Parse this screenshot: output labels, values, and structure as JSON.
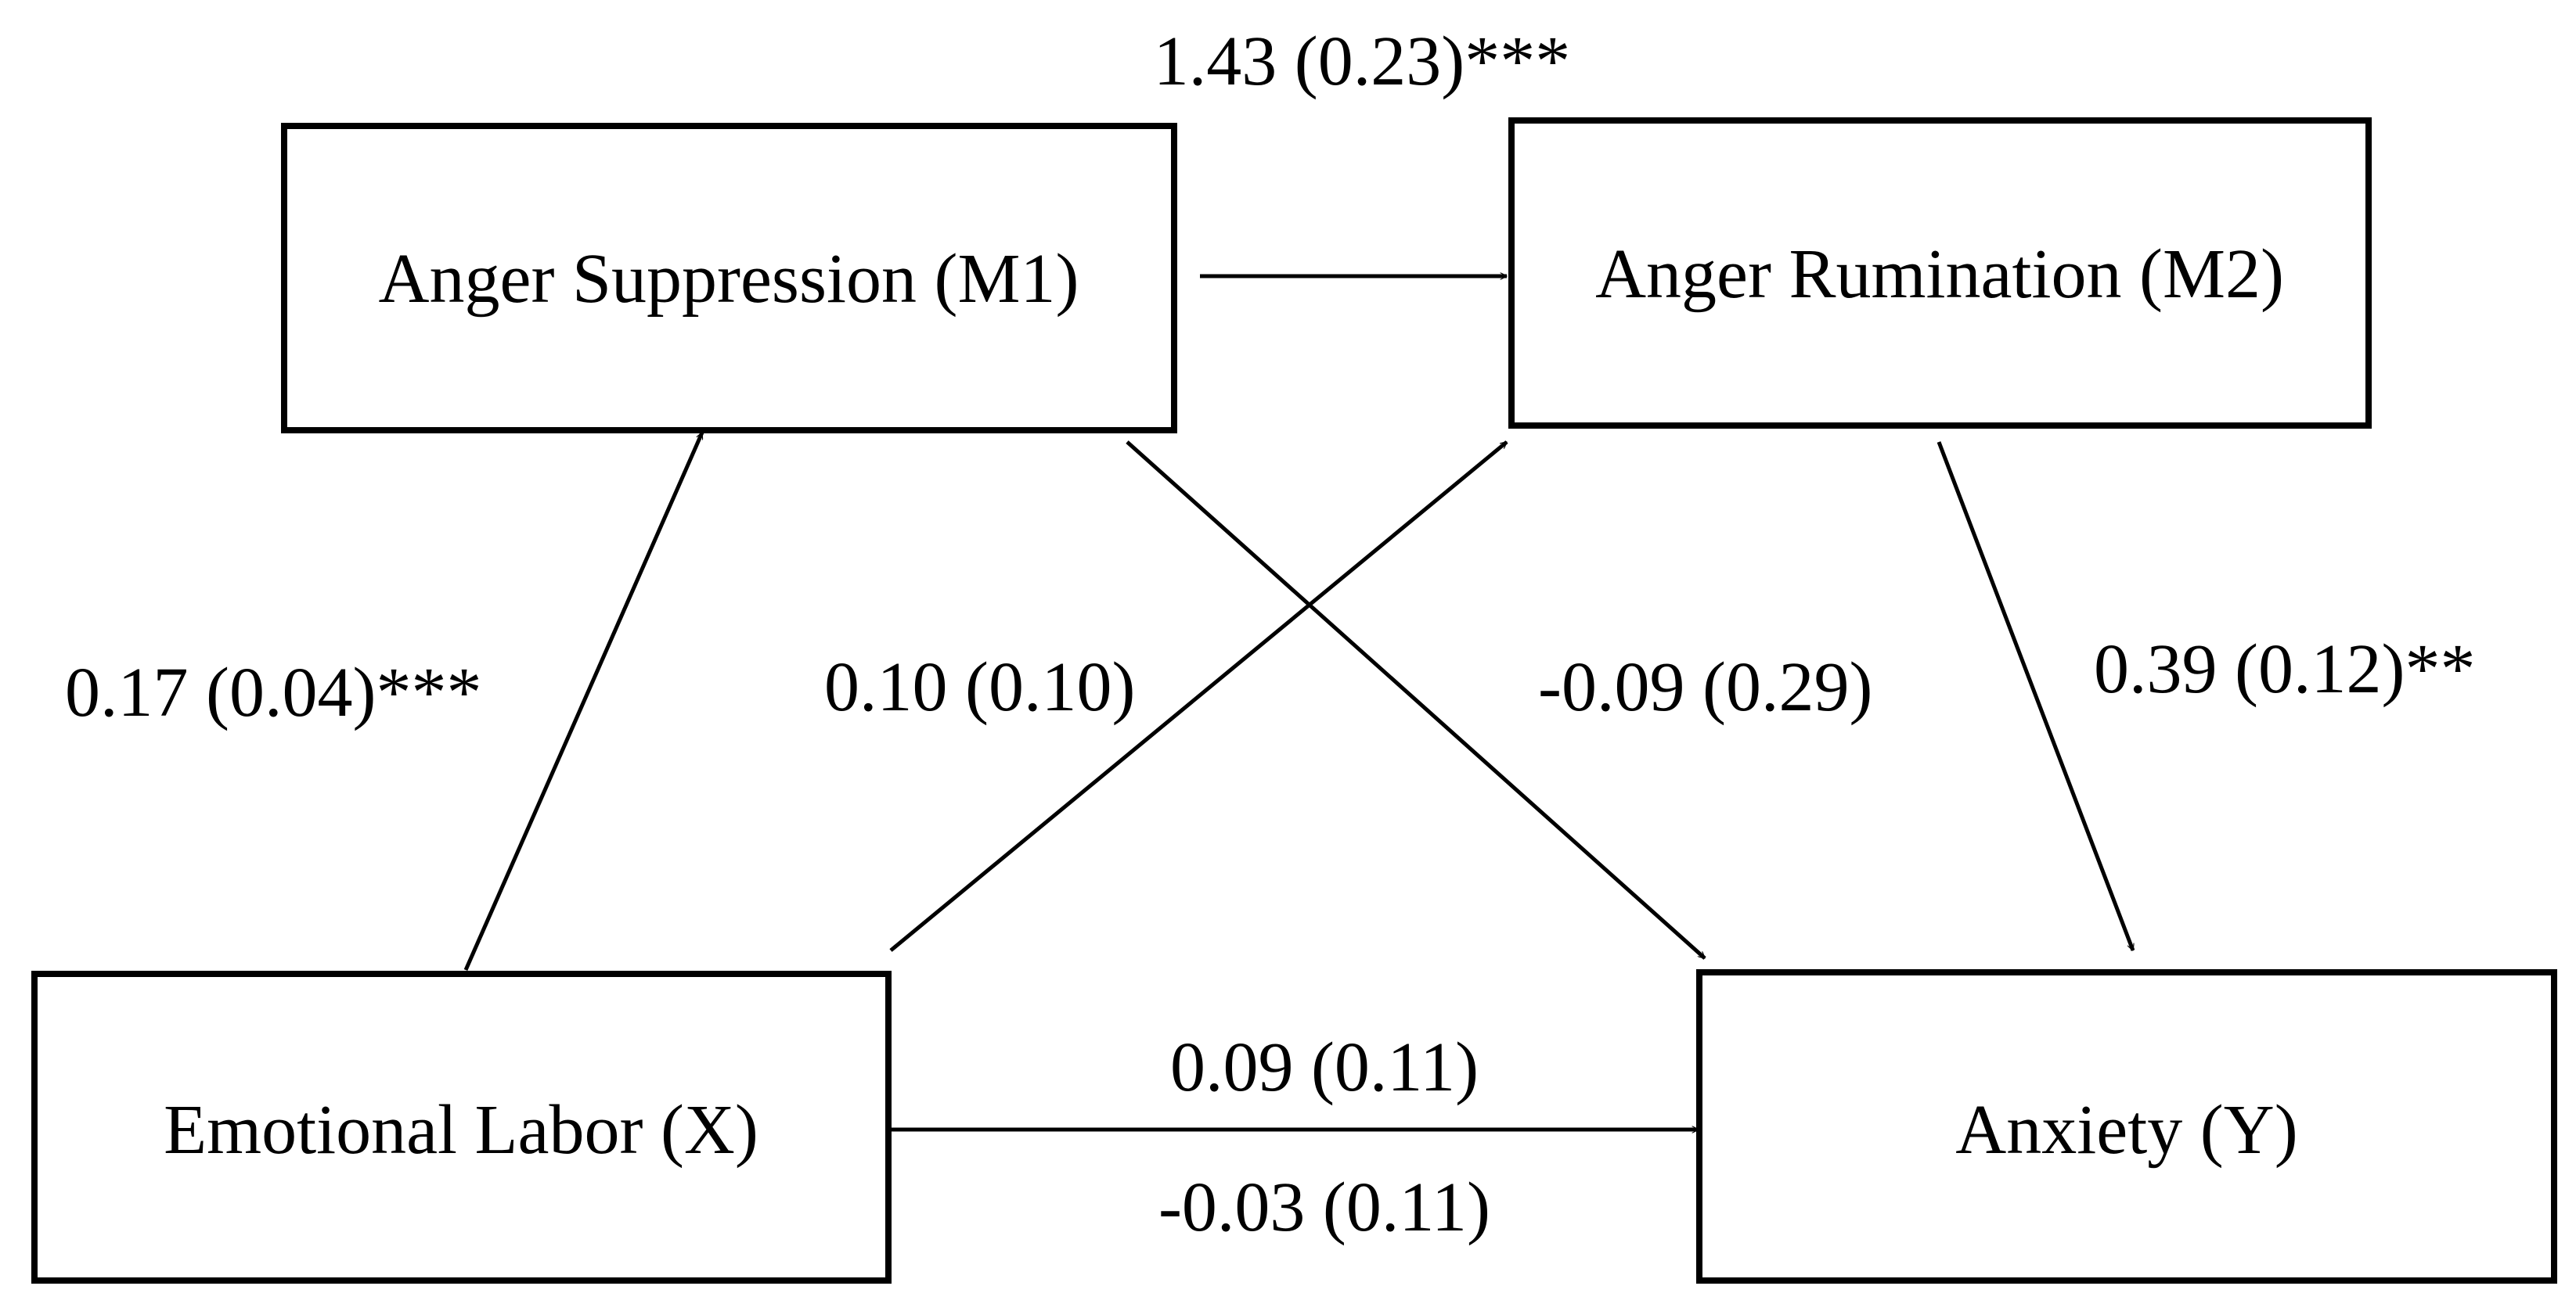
{
  "nodes": {
    "m1": "Anger Suppression (M1)",
    "m2": "Anger Rumination (M2)",
    "x": "Emotional Labor (X)",
    "y": "Anxiety (Y)"
  },
  "paths": {
    "m1_to_m2": "1.43 (0.23)***",
    "x_to_m1": "0.17 (0.04)***",
    "x_to_m2": "0.10 (0.10)",
    "m1_to_y": "-0.09 (0.29)",
    "m2_to_y": "0.39 (0.12)**",
    "x_to_y_total": "0.09 (0.11)",
    "x_to_y_direct": "-0.03 (0.11)"
  }
}
